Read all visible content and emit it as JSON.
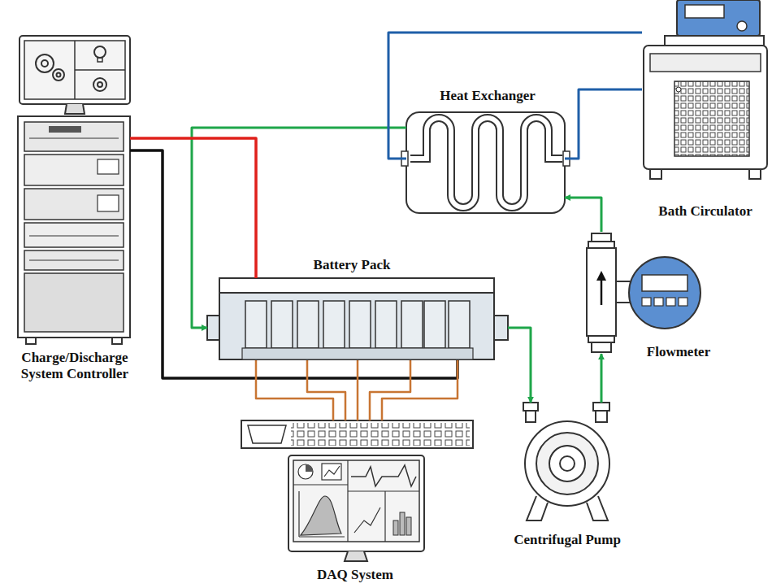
{
  "diagram": {
    "nodes": [
      {
        "text": [
          "Charge/Discharge System Controller"
        ]
      },
      {
        "text": [
          "Heat Exchanger"
        ]
      },
      {
        "text": [
          "Bath Circulator"
        ]
      },
      {
        "text": [
          "Battery Pack"
        ]
      },
      {
        "text": [
          "Flowmeter"
        ]
      },
      {
        "text": [
          "Centrifugal Pump"
        ]
      },
      {
        "text": [
          "DAQ System"
        ]
      }
    ],
    "edges": [
      {
        "from": 1,
        "to": 3,
        "arrow": "to"
      },
      {
        "from": 3,
        "to": 5,
        "arrow": "to"
      },
      {
        "from": 5,
        "to": 4,
        "arrow": "to"
      },
      {
        "from": 4,
        "to": 1,
        "arrow": "to"
      },
      {
        "from": 2,
        "to": 1,
        "arrow": "none"
      },
      {
        "from": 1,
        "to": 2,
        "arrow": "none"
      },
      {
        "from": 0,
        "to": 3,
        "arrow": "none"
      },
      {
        "from": 0,
        "to": 3,
        "arrow": "none"
      },
      {
        "from": 3,
        "to": 6,
        "arrow": "none"
      },
      {
        "from": 3,
        "to": 6,
        "arrow": "none"
      },
      {
        "from": 3,
        "to": 6,
        "arrow": "none"
      },
      {
        "from": 3,
        "to": 6,
        "arrow": "none"
      },
      {
        "from": 3,
        "to": 6,
        "arrow": "none"
      }
    ]
  }
}
